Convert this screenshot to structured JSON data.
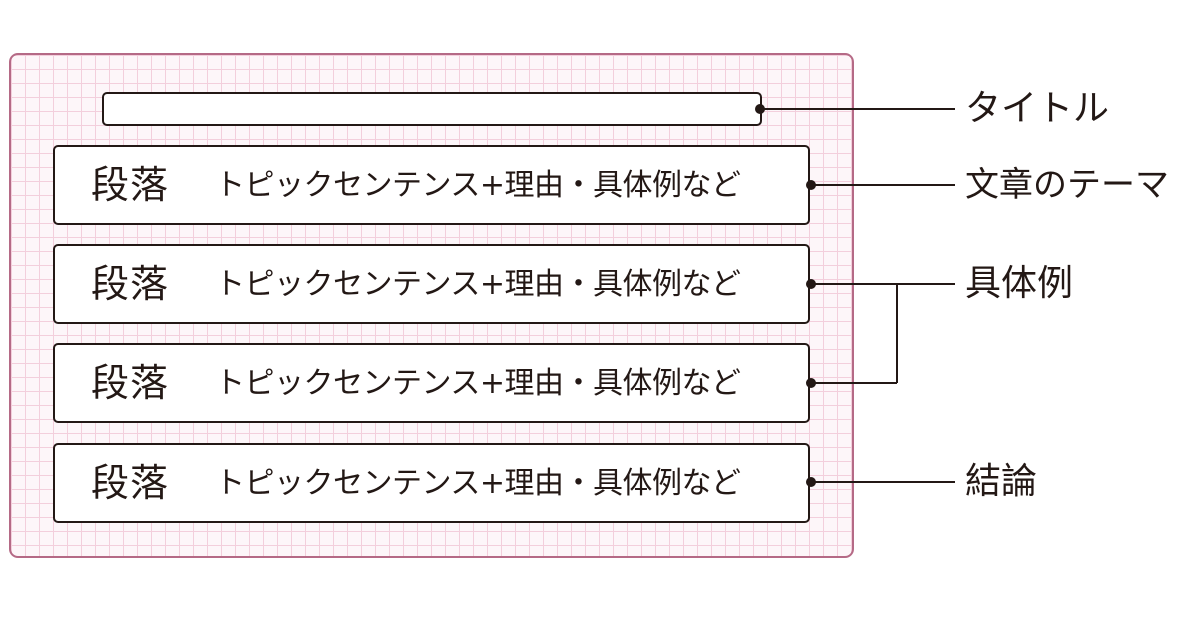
{
  "diagram": {
    "paragraphs": [
      {
        "head": "段落",
        "body": "トピックセンテンス+理由・具体例など"
      },
      {
        "head": "段落",
        "body": "トピックセンテンス+理由・具体例など"
      },
      {
        "head": "段落",
        "body": "トピックセンテンス+理由・具体例など"
      },
      {
        "head": "段落",
        "body": "トピックセンテンス+理由・具体例など"
      }
    ],
    "labels": {
      "title": "タイトル",
      "theme": "文章のテーマ",
      "examples": "具体例",
      "conclusion": "結論"
    }
  }
}
